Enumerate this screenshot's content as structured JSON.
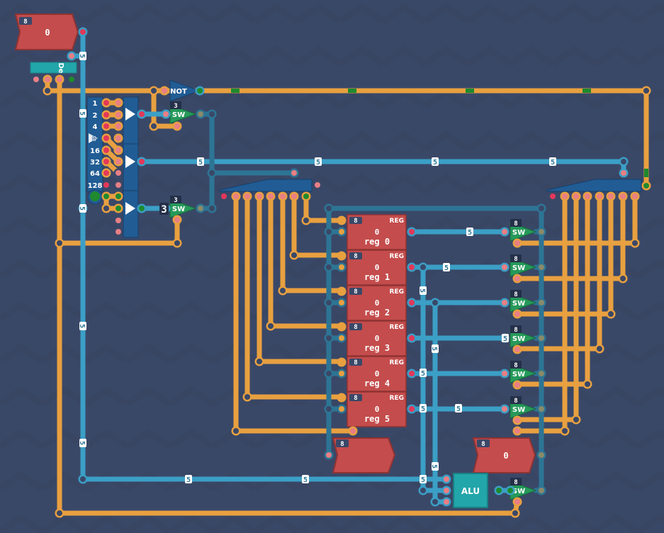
{
  "colors": {
    "background": "#3a4868",
    "wire_byte": "#e8a040",
    "wire_bus": "#3b9fc6",
    "wire_bus_dark": "#2d7595",
    "component_red": "#c44c4c",
    "switch_green": "#26995a",
    "alu_teal": "#22a6aa",
    "pin_red": "#e3385a",
    "pin_pink": "#e87f85",
    "pin_green": "#1f8a2e"
  },
  "input": {
    "badge": "8",
    "value": "0"
  },
  "decoder": {
    "label": "De"
  },
  "splitter": {
    "bits": [
      "1",
      "2",
      "4",
      "8",
      "16",
      "32",
      "64",
      "128"
    ]
  },
  "not_gate": {
    "label": "NOT"
  },
  "switches_left": [
    {
      "badge": "3",
      "label": "SW"
    },
    {
      "badge": "3",
      "label": "SW",
      "side_label": "3"
    }
  ],
  "wire_label": "5",
  "registers": [
    {
      "badge": "8",
      "type": "REG",
      "value": "0",
      "name": "reg 0"
    },
    {
      "badge": "8",
      "type": "REG",
      "value": "0",
      "name": "reg 1"
    },
    {
      "badge": "8",
      "type": "REG",
      "value": "0",
      "name": "reg 2"
    },
    {
      "badge": "8",
      "type": "REG",
      "value": "0",
      "name": "reg 3"
    },
    {
      "badge": "8",
      "type": "REG",
      "value": "0",
      "name": "reg 4"
    },
    {
      "badge": "8",
      "type": "REG",
      "value": "0",
      "name": "reg 5"
    }
  ],
  "register_switches": [
    {
      "badge": "8",
      "label": "SW"
    },
    {
      "badge": "8",
      "label": "SW"
    },
    {
      "badge": "8",
      "label": "SW"
    },
    {
      "badge": "8",
      "label": "SW"
    },
    {
      "badge": "8",
      "label": "SW"
    },
    {
      "badge": "8",
      "label": "SW"
    }
  ],
  "output_left": {
    "badge": "8",
    "value": ""
  },
  "output_right": {
    "badge": "8",
    "value": "0"
  },
  "alu": {
    "label": "ALU"
  },
  "alu_switch": {
    "badge": "8",
    "label": "SW"
  }
}
